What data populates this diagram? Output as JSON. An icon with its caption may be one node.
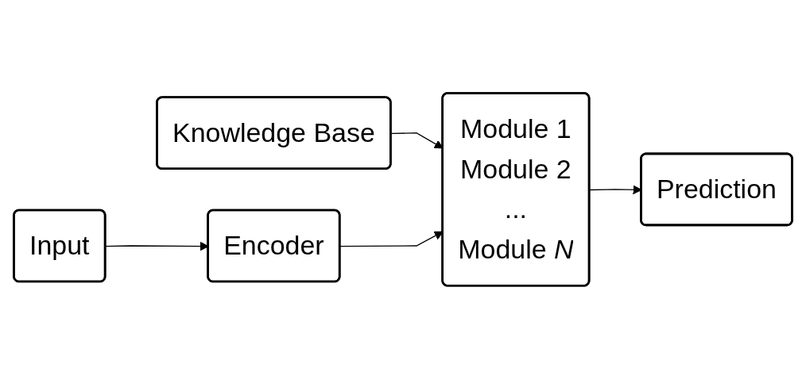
{
  "diagram": {
    "nodes": [
      {
        "text": [
          "Knowledge Base"
        ]
      },
      {
        "text": [
          "Input"
        ]
      },
      {
        "text": [
          "Encoder"
        ]
      },
      {
        "text": [
          "Module 1",
          "Module 2",
          "...",
          "Module *N*"
        ]
      },
      {
        "text": [
          "Prediction"
        ]
      }
    ],
    "edges": [
      {
        "from": 0,
        "to": 3,
        "arrow": "to"
      },
      {
        "from": 1,
        "to": 2,
        "arrow": "to"
      },
      {
        "from": 2,
        "to": 3,
        "arrow": "to"
      },
      {
        "from": 3,
        "to": 4,
        "arrow": "to"
      }
    ]
  }
}
